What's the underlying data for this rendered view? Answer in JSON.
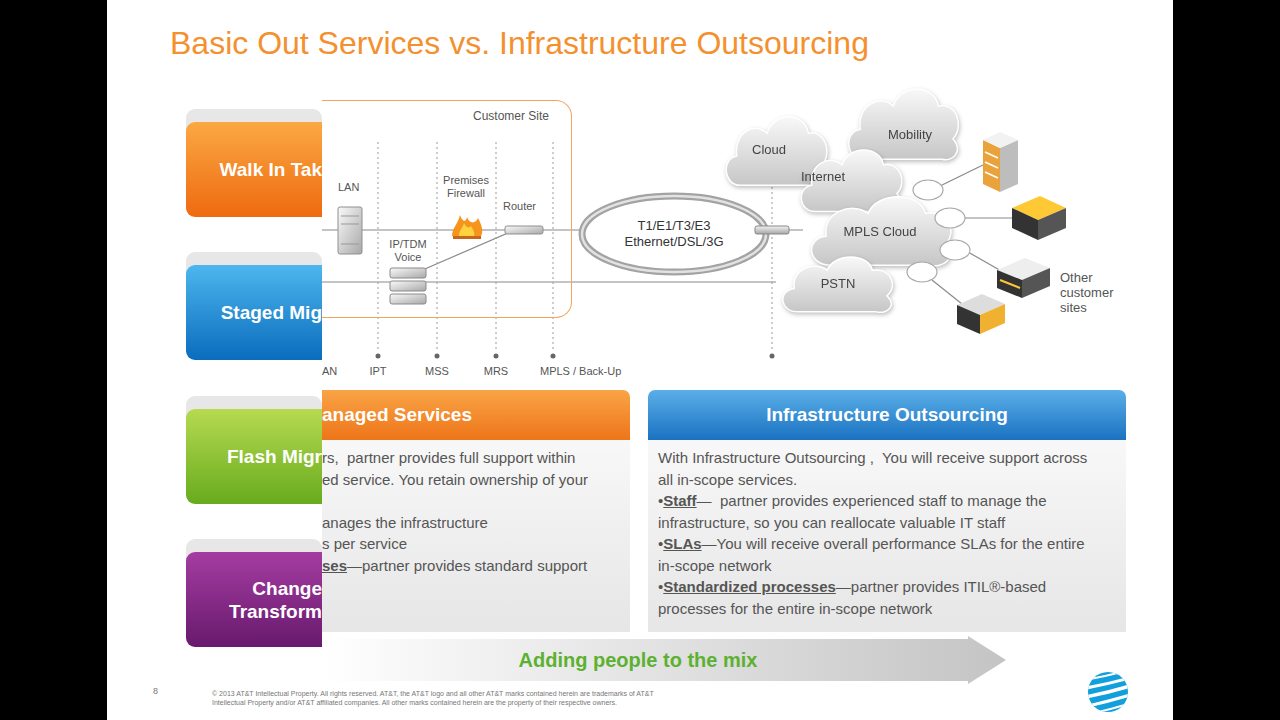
{
  "diagram": {
    "title": "Basic Out Services vs. Infrastructure Outsourcing",
    "nodes": [
      {
        "text": [
          "Walk In Tak"
        ]
      },
      {
        "text": [
          "Staged Mig"
        ]
      },
      {
        "text": [
          "Flash Migr"
        ]
      },
      {
        "text": [
          "Change Transform"
        ]
      },
      {
        "text": [
          "Customer Site"
        ]
      },
      {
        "text": [
          "T1/E1/T3/E3 Ethernet/DSL/3G"
        ]
      },
      {
        "text": [
          "Cloud"
        ]
      },
      {
        "text": [
          "Mobility"
        ]
      },
      {
        "text": [
          "Internet"
        ]
      },
      {
        "text": [
          "MPLS Cloud"
        ]
      },
      {
        "text": [
          "PSTN"
        ]
      },
      {
        "text": [
          "anaged Services",
          "rs,  partner provides full support within",
          "ed service. You retain ownership of your",
          "anages the infrastructure",
          "s per service",
          "ses",
          "—partner provides standard support"
        ]
      },
      {
        "text": [
          "Infrastructure Outsourcing",
          "With Infrastructure Outsourcing ,  You will receive support across all in-scope services.",
          "•",
          "Staff",
          "—  partner provides experienced staff to manage the infrastructure, so you can reallocate valuable IT staff",
          "•",
          "SLAs",
          "—You will receive overall performance SLAs for the entire in-scope network",
          "•",
          "Standardized processes",
          "—partner provides ITIL®-based processes for the entire in-scope network"
        ]
      },
      {
        "text": [
          "Adding people to the mix"
        ]
      }
    ],
    "edges": [
      {
        "from": 5,
        "to": 9,
        "arrow": "none"
      },
      {
        "from": 4,
        "to": 10,
        "arrow": "none"
      }
    ],
    "labels": [
      "LAN",
      "Premises Firewall",
      "Router",
      "IP/TDM Voice",
      "AN",
      "IPT",
      "MSS",
      "MRS",
      "MPLS / Back-Up",
      "Other customer sites",
      "8",
      "© 2013 AT&T Intellectual Property. All rights reserved. AT&T, the AT&T logo and all other AT&T marks contained herein are trademarks of AT&T Intellectual Property and/or AT&T affiliated companies. All other marks contained herein are the property of their respective owners."
    ]
  }
}
